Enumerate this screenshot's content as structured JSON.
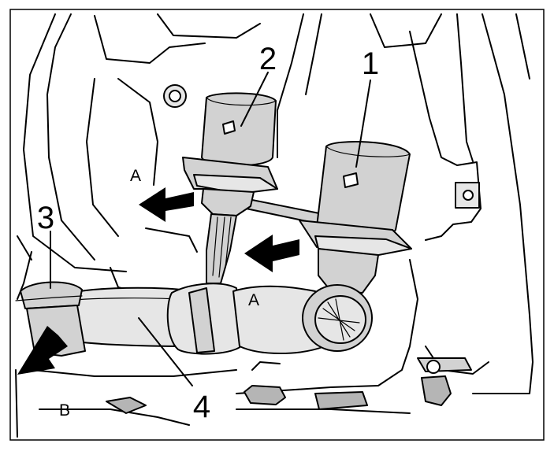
{
  "callouts": {
    "c1": "1",
    "c2": "2",
    "c3": "3",
    "c4": "4"
  },
  "direction_labels": {
    "a_left": "A",
    "a_right": "A",
    "b": "B"
  },
  "colors": {
    "fill_grey": "#d2d2d2",
    "fill_light": "#e6e6e6",
    "line": "#000000"
  }
}
